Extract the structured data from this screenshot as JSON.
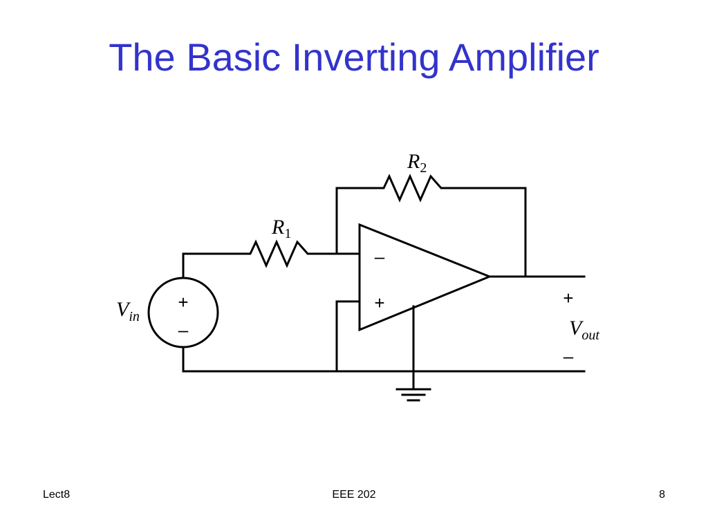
{
  "slide": {
    "title": "The Basic Inverting Amplifier",
    "title_color": "#3333cc"
  },
  "circuit": {
    "r1": {
      "letter": "R",
      "subscript": "1"
    },
    "r2": {
      "letter": "R",
      "subscript": "2"
    },
    "vin": {
      "letter": "V",
      "subscript": "in",
      "plus": "+",
      "minus": "–"
    },
    "vout": {
      "letter": "V",
      "subscript": "out",
      "plus": "+",
      "minus": "–"
    },
    "opamp": {
      "inverting_sign": "–",
      "noninverting_sign": "+"
    }
  },
  "footer": {
    "left": "Lect8",
    "center": "EEE 202",
    "right": "8"
  }
}
